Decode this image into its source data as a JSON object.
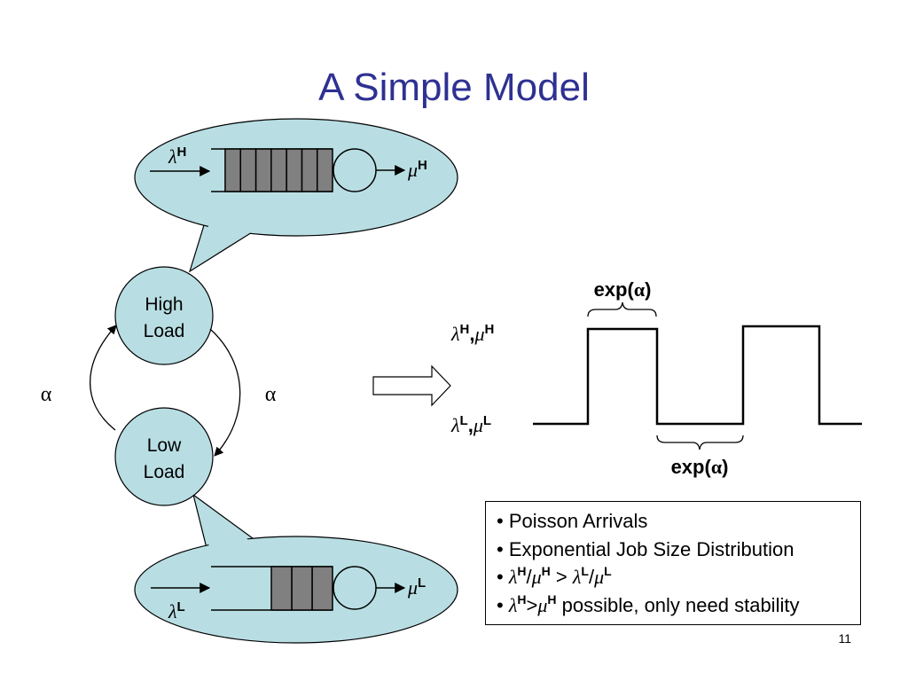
{
  "title": "A Simple Model",
  "states": {
    "high": {
      "line1": "High",
      "line2": "Load"
    },
    "low": {
      "line1": "Low",
      "line2": "Load"
    },
    "transition_rate": "α"
  },
  "queues": {
    "high": {
      "arrival_symbol": "λ",
      "arrival_sup": "H",
      "service_symbol": "μ",
      "service_sup": "H",
      "slots": 7
    },
    "low": {
      "arrival_symbol": "λ",
      "arrival_sup": "L",
      "service_symbol": "μ",
      "service_sup": "L",
      "slots": 3
    }
  },
  "timeline": {
    "high_label": {
      "l": "λ",
      "l_sup": "H",
      "comma": ",",
      "m": "μ",
      "m_sup": "H"
    },
    "low_label": {
      "l": "λ",
      "l_sup": "L",
      "comma": ",",
      "m": "μ",
      "m_sup": "L"
    },
    "duration_label": {
      "text": "exp(",
      "greek": "α",
      "close": ")"
    }
  },
  "bullets": {
    "b1": "Poisson Arrivals",
    "b2": "Exponential Job Size Distribution",
    "b3": {
      "l": "λ",
      "sup1": "H",
      "slash1": "/",
      "m": "μ",
      "sup2": "H",
      "gt": " > ",
      "l2": "λ",
      "sup3": "L",
      "slash2": "/",
      "m2": "μ",
      "sup4": "L"
    },
    "b4": {
      "l": "λ",
      "sup1": "H",
      "gt": ">",
      "m": "μ",
      "sup2": "H",
      "rest": " possible, only need stability"
    },
    "bullet_char": "•"
  },
  "page_number": "11",
  "colors": {
    "title": "#2e3192",
    "bubble_fill": "#b8dee3",
    "queue_slot": "#808080"
  }
}
